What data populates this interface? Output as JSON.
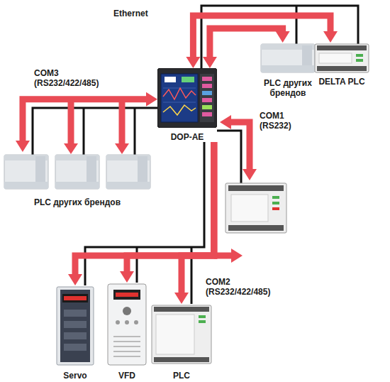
{
  "diagram": {
    "nodes": [
      {
        "text": [
          "DOP-AE"
        ]
      },
      {
        "text": [
          "PLC других брендов"
        ]
      },
      {
        "text": [
          "DELTA PLC"
        ]
      },
      {
        "text": [
          "PLC других брендов"
        ]
      },
      {
        "text": [
          "Servo"
        ]
      },
      {
        "text": [
          "VFD"
        ]
      },
      {
        "text": [
          "PLC"
        ]
      }
    ],
    "edges": [
      {
        "from": 0,
        "to": 1,
        "arrow": "both"
      },
      {
        "from": 0,
        "to": 2,
        "arrow": "both"
      },
      {
        "from": 0,
        "to": 3,
        "arrow": "both",
        "label": "COM3 (RS232/422/485)"
      },
      {
        "from": 0,
        "to": 4,
        "arrow": "to"
      },
      {
        "from": 0,
        "to": 5,
        "arrow": "to"
      },
      {
        "from": 0,
        "to": 6,
        "arrow": "to"
      }
    ],
    "labels": [
      "Ethernet",
      "COM1 (RS232)",
      "COM2 (RS232/422/485)"
    ]
  }
}
